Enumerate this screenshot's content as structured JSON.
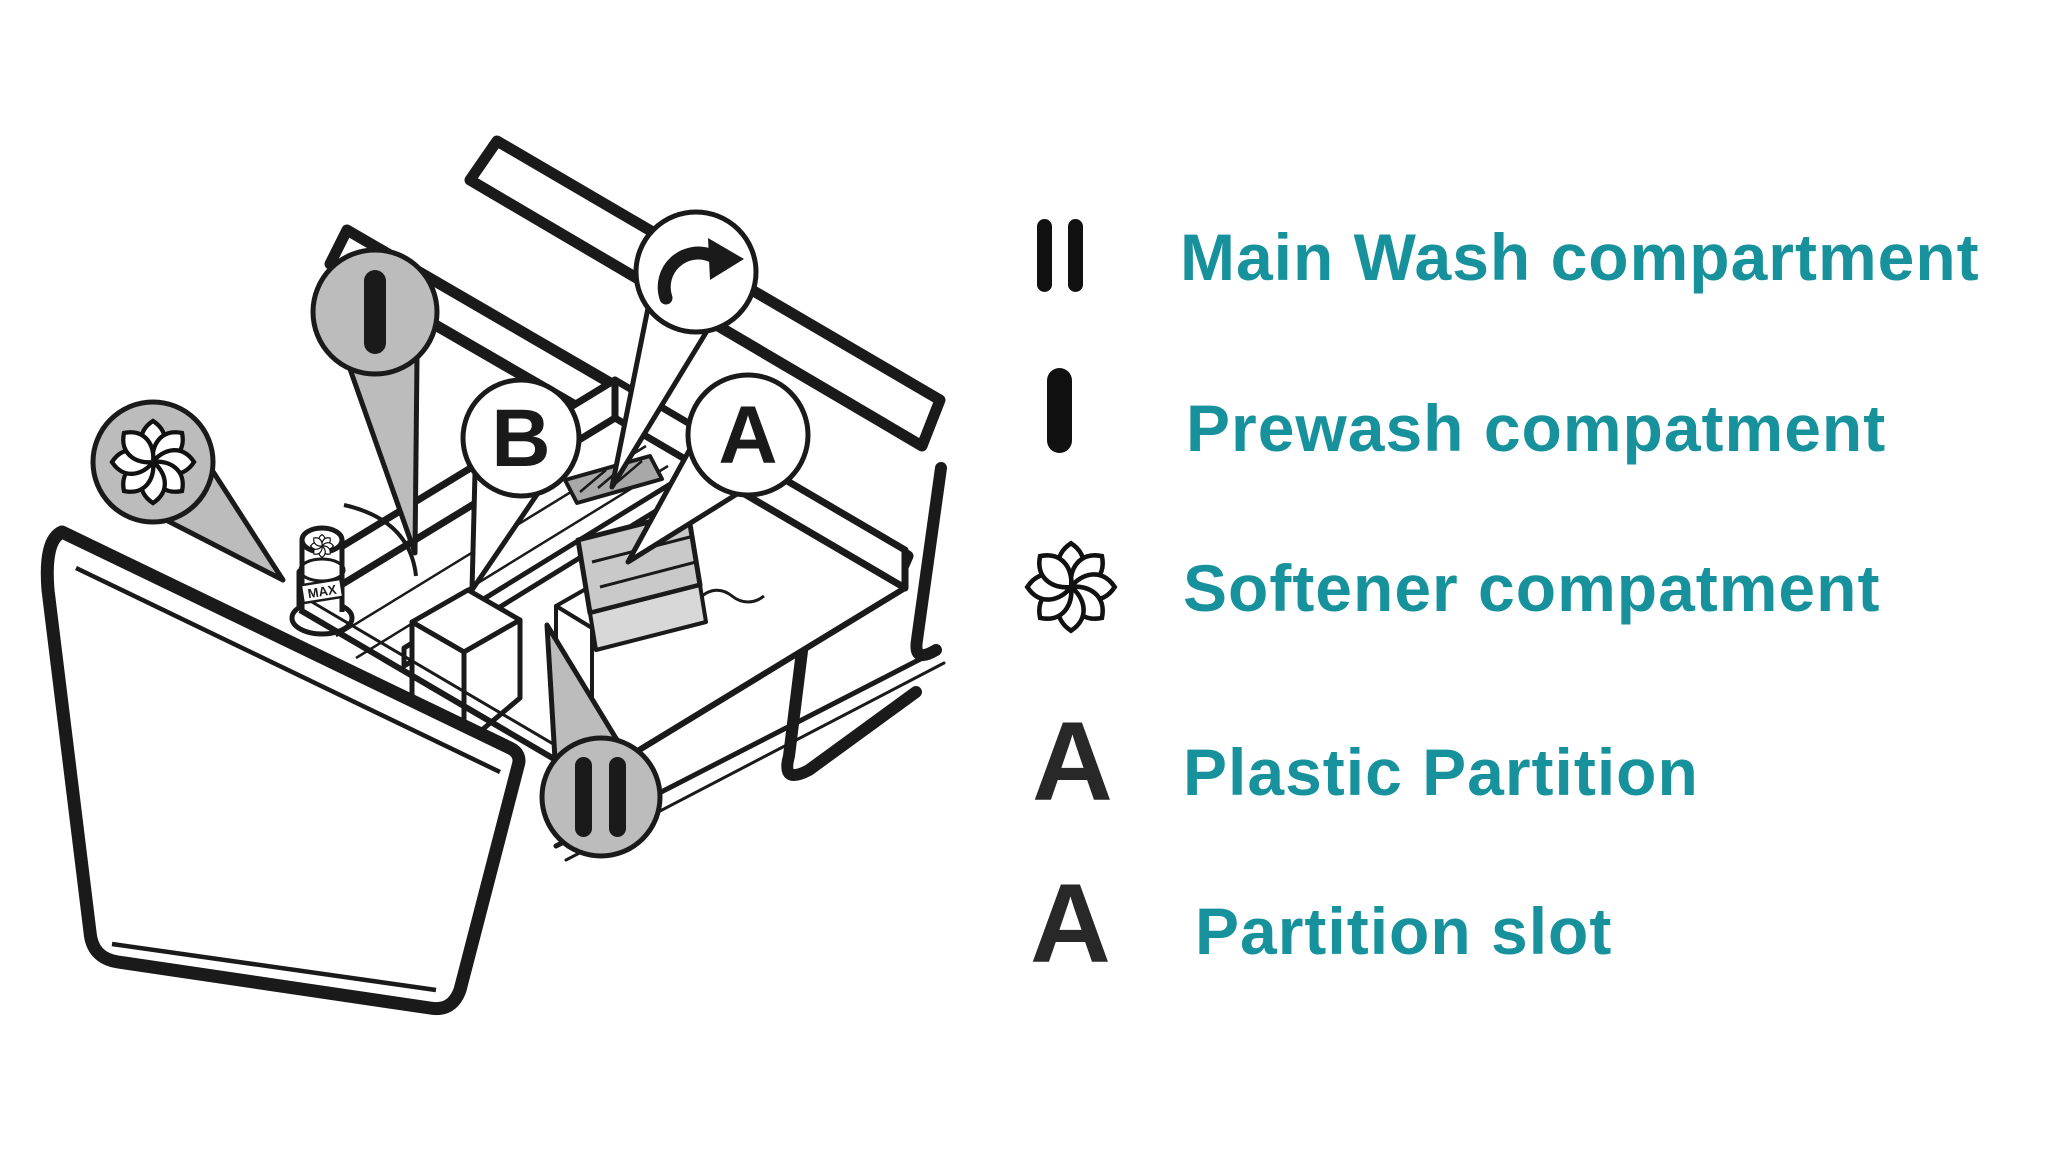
{
  "page": {
    "background": "#ffffff"
  },
  "colors": {
    "line": "#1a1a1a",
    "callout_gray": "#bcbcbc",
    "legend_text_teal": "#17929c",
    "legend_letter_dark": "#282828",
    "partition_gray": "#c9c9c9",
    "clip_gray": "#a8a8a8"
  },
  "diagram": {
    "description": "Washing machine detergent drawer pulled out of housing, isometric line art with callouts",
    "cap_label": "MAX",
    "callouts": [
      {
        "id": "prewash",
        "symbol": "I-bar"
      },
      {
        "id": "softener",
        "symbol": "flower"
      },
      {
        "id": "main-wash",
        "symbol": "II-bars"
      },
      {
        "id": "partition-b",
        "letter": "B"
      },
      {
        "id": "partition-a",
        "letter": "A"
      },
      {
        "id": "rotate",
        "symbol": "curved-arrow"
      }
    ]
  },
  "legend": {
    "rows": [
      {
        "icon": "main-wash-icon",
        "label": "Main Wash compartment"
      },
      {
        "icon": "prewash-icon",
        "label": "Prewash compatment"
      },
      {
        "icon": "softener-icon",
        "label": "Softener compatment"
      },
      {
        "icon": "letter-a-icon",
        "symbol": "A",
        "label": "Plastic Partition"
      },
      {
        "icon": "letter-a-icon",
        "symbol": "A",
        "label": "Partition slot"
      }
    ]
  }
}
